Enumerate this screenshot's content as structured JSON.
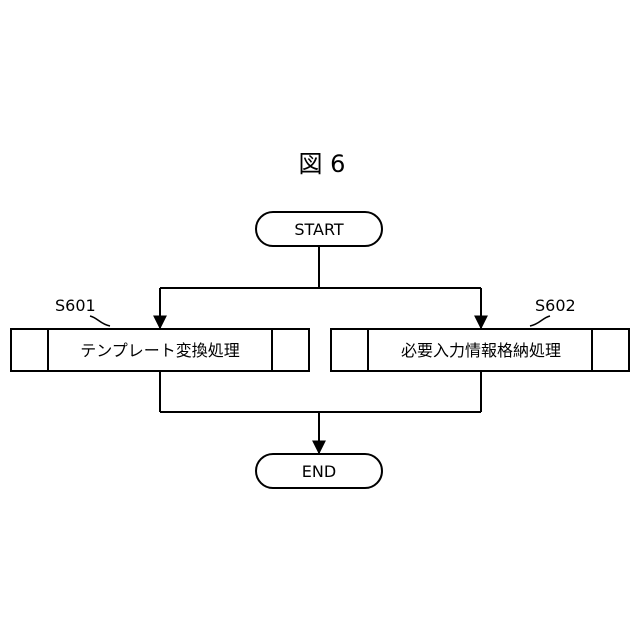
{
  "figure": {
    "title": "図 6"
  },
  "nodes": {
    "start": {
      "label": "START"
    },
    "end": {
      "label": "END"
    },
    "process_left": {
      "step_id": "S601",
      "label": "テンプレート変換処理"
    },
    "process_right": {
      "step_id": "S602",
      "label": "必要入力情報格納処理"
    }
  }
}
